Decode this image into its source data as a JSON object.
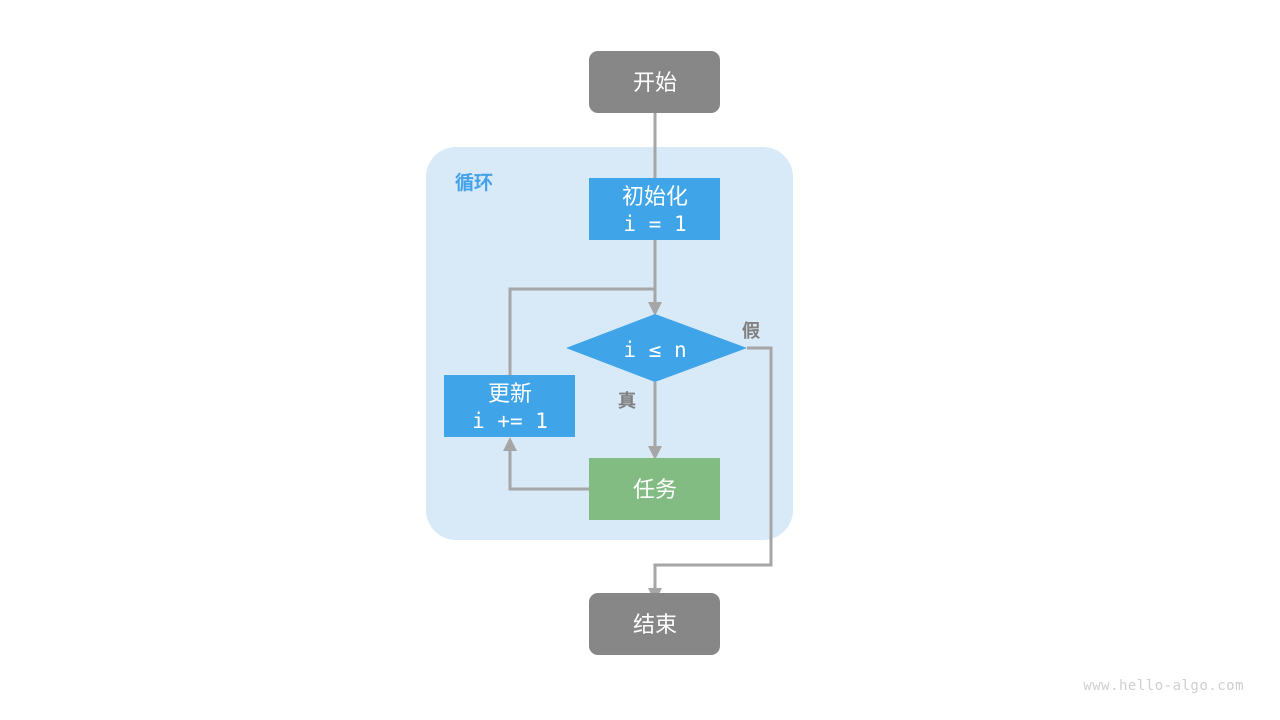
{
  "diagram": {
    "title_watermark": "www.hello-algo.com",
    "colors": {
      "gray_node": "#878787",
      "blue_node": "#3FA4E8",
      "green_node": "#82BC83",
      "loop_container_bg": "#D8EAF8",
      "edge": "#a6a6a6",
      "group_label": "#43A2E8",
      "branch_label": "#808080",
      "node_text": "#ffffff",
      "watermark": "#cfcfcf",
      "canvas": "#ffffff"
    },
    "group": {
      "label": "循环"
    },
    "nodes": {
      "start": {
        "label": "开始",
        "shape": "rounded-rect",
        "color": "#878787"
      },
      "init": {
        "label_line1": "初始化",
        "label_line2": "i = 1",
        "shape": "rect",
        "color": "#3FA4E8"
      },
      "condition": {
        "label": "i ≤ n",
        "shape": "diamond",
        "color": "#3FA4E8"
      },
      "update": {
        "label_line1": "更新",
        "label_line2": "i += 1",
        "shape": "rect",
        "color": "#3FA4E8"
      },
      "task": {
        "label": "任务",
        "shape": "rect",
        "color": "#82BC83"
      },
      "end": {
        "label": "结束",
        "shape": "rounded-rect",
        "color": "#878787"
      }
    },
    "edges": {
      "true_label": "真",
      "false_label": "假"
    }
  }
}
